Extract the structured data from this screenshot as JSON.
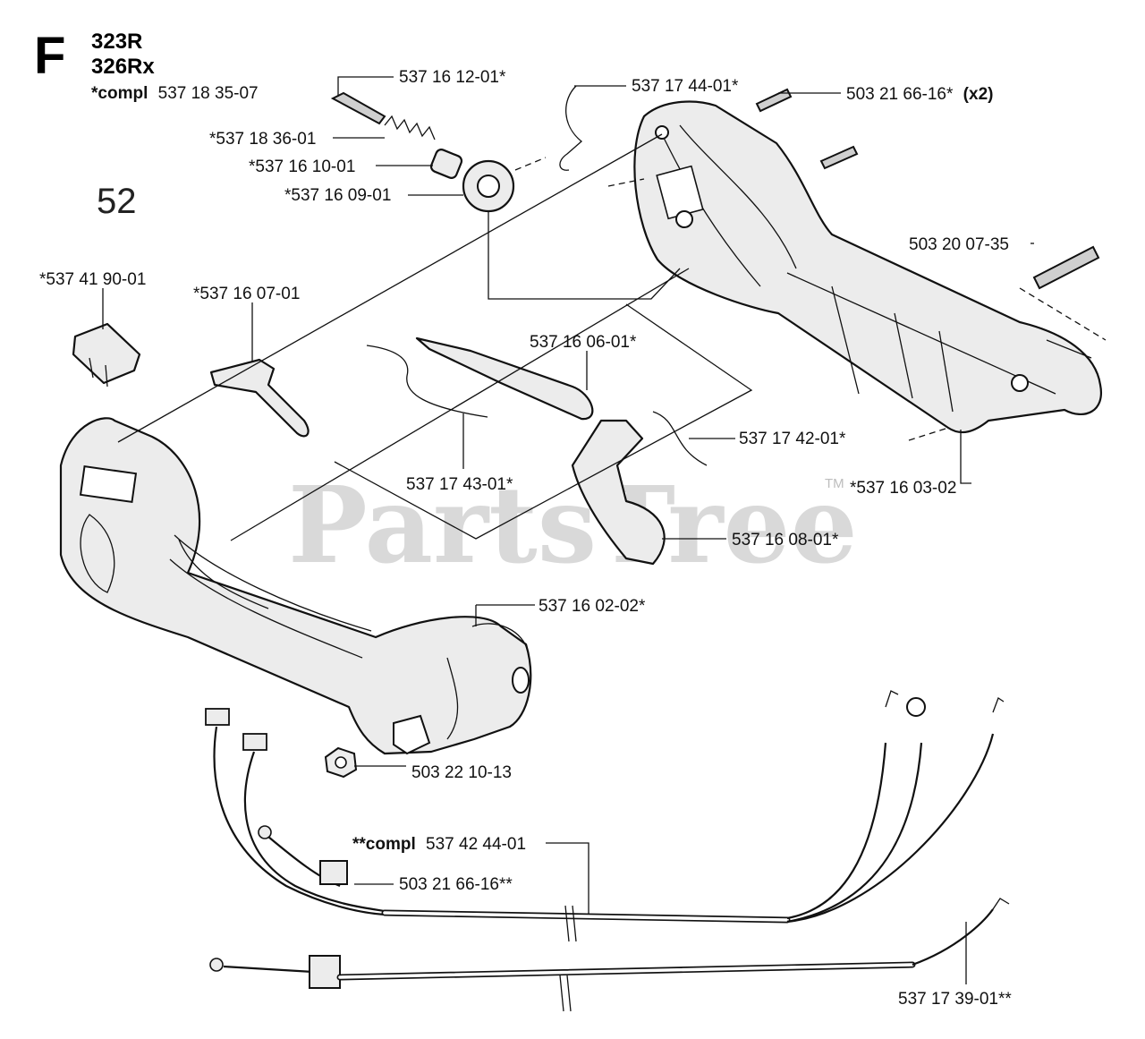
{
  "header": {
    "section_letter": "F",
    "models": [
      "323R",
      "326Rx"
    ],
    "compl_prefix": "*compl",
    "compl_number": "537 18 35-07",
    "page_number": "52"
  },
  "labels": {
    "p_537161201": "537 16 12-01*",
    "p_537174401": "537 17 44-01*",
    "p_503216616_num": "503 21 66-16*",
    "p_503216616_qty": "(x2)",
    "p_537183601": "*537 18 36-01",
    "p_537161001": "*537 16 10-01",
    "p_537160901": "*537 16 09-01",
    "p_503200735": "503 20 07-35",
    "p_537419001": "*537 41 90-01",
    "p_537160701": "*537 16 07-01",
    "p_537160601": "537 16 06-01*",
    "p_537174201": "537 17 42-01*",
    "p_537174301": "537 17 43-01*",
    "p_537160302": "*537 16 03-02",
    "p_537160801": "537 16 08-01*",
    "p_537160202": "537 16 02-02*",
    "p_503221013": "503 22 10-13",
    "p_537424401_prefix": "**compl",
    "p_537424401_num": "537 42 44-01",
    "p_503216616b": "503 21 66-16**",
    "p_537173901": "537 17 39-01**"
  },
  "watermark": {
    "text": "PartsTree",
    "trademark": "TM"
  }
}
